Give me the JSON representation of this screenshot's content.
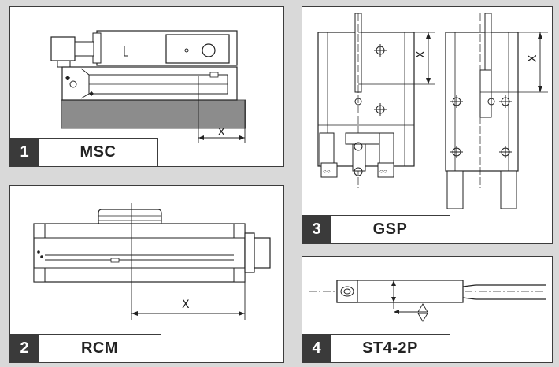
{
  "panels": [
    {
      "number": "1",
      "name": "MSC",
      "dimension": "x"
    },
    {
      "number": "2",
      "name": "RCM",
      "dimension": "X"
    },
    {
      "number": "3",
      "name": "GSP",
      "dimension_left": "X",
      "dimension_right": "X"
    },
    {
      "number": "4",
      "name": "ST4-2P"
    }
  ],
  "colors": {
    "background": "#d9d9d9",
    "panel_border": "#3c3c3c",
    "label_dark": "#3a3a3a",
    "base_gray": "#8c8c8c"
  }
}
